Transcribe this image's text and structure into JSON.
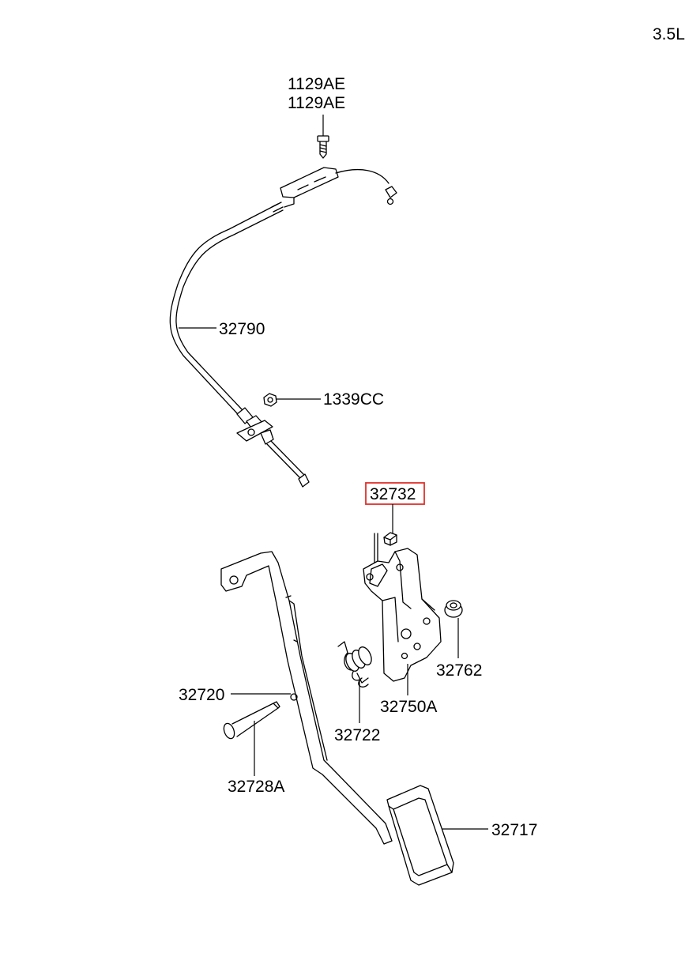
{
  "engine": "3.5L",
  "highlight_color": "#e0302a",
  "labels": {
    "bolt_a": "1129AE",
    "bolt_b": "1129AE",
    "cable": "32790",
    "nut": "1339CC",
    "stopper": "32732",
    "pedal_arm": "32720",
    "spring": "32722",
    "bracket": "32750A",
    "bushing": "32762",
    "pin": "32728A",
    "pad": "32717"
  },
  "highlighted_part": "32732"
}
